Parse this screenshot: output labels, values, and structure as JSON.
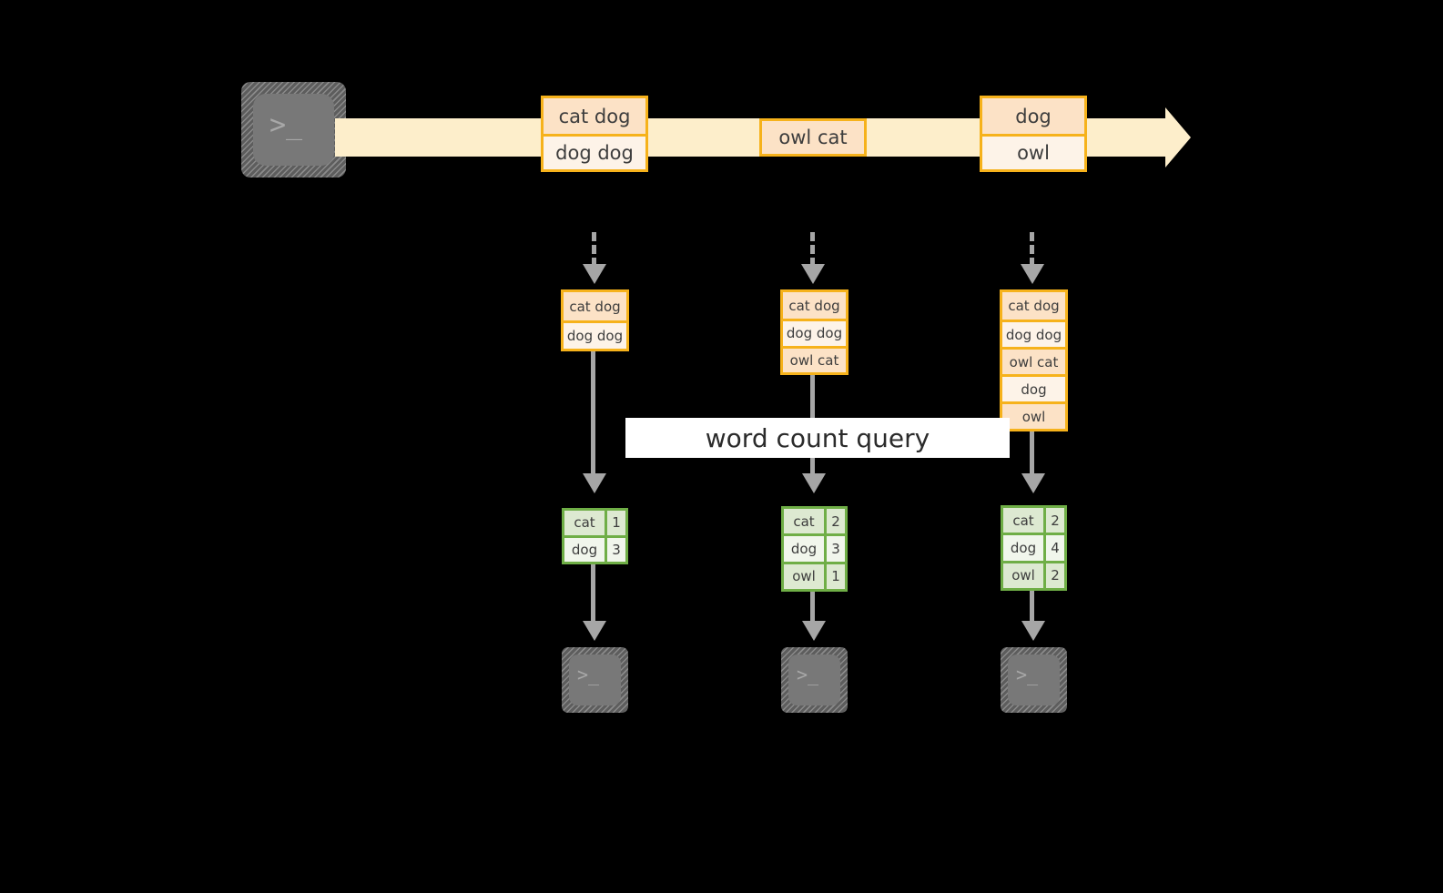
{
  "diagram": {
    "title_label": "word count query",
    "colors": {
      "background": "#000000",
      "record_border": "#f6b21b",
      "record_fill_dark": "#fce2c6",
      "record_fill_light": "#fdf3e8",
      "stream_band": "#fdeecb",
      "result_border": "#6fae46",
      "result_fill_dark": "#dde9d1",
      "result_fill_light": "#f1f6ec",
      "connector": "#a6a6a6",
      "terminal_fill": "#787878",
      "label_fill": "#ffffff"
    },
    "source_terminal": {
      "icon": "terminal-prompt-icon",
      "glyph": ">_"
    },
    "stream": {
      "icon": "right-arrow-stream",
      "records": [
        {
          "name": "stream-record-1",
          "cells": [
            "cat dog",
            "dog dog"
          ]
        },
        {
          "name": "stream-record-2",
          "cells": [
            "owl cat"
          ]
        },
        {
          "name": "stream-record-3",
          "cells": [
            "dog",
            "owl"
          ]
        }
      ]
    },
    "snapshots": [
      {
        "name": "snapshot-1",
        "records": [
          "cat dog",
          "dog dog"
        ],
        "results": [
          {
            "word": "cat",
            "count": "1"
          },
          {
            "word": "dog",
            "count": "3"
          }
        ],
        "sink": {
          "icon": "terminal-prompt-icon",
          "glyph": ">_"
        }
      },
      {
        "name": "snapshot-2",
        "records": [
          "cat dog",
          "dog dog",
          "owl cat"
        ],
        "results": [
          {
            "word": "cat",
            "count": "2"
          },
          {
            "word": "dog",
            "count": "3"
          },
          {
            "word": "owl",
            "count": "1"
          }
        ],
        "sink": {
          "icon": "terminal-prompt-icon",
          "glyph": ">_"
        }
      },
      {
        "name": "snapshot-3",
        "records": [
          "cat dog",
          "dog dog",
          "owl cat",
          "dog",
          "owl"
        ],
        "results": [
          {
            "word": "cat",
            "count": "2"
          },
          {
            "word": "dog",
            "count": "4"
          },
          {
            "word": "owl",
            "count": "2"
          }
        ],
        "sink": {
          "icon": "terminal-prompt-icon",
          "glyph": ">_"
        }
      }
    ]
  }
}
